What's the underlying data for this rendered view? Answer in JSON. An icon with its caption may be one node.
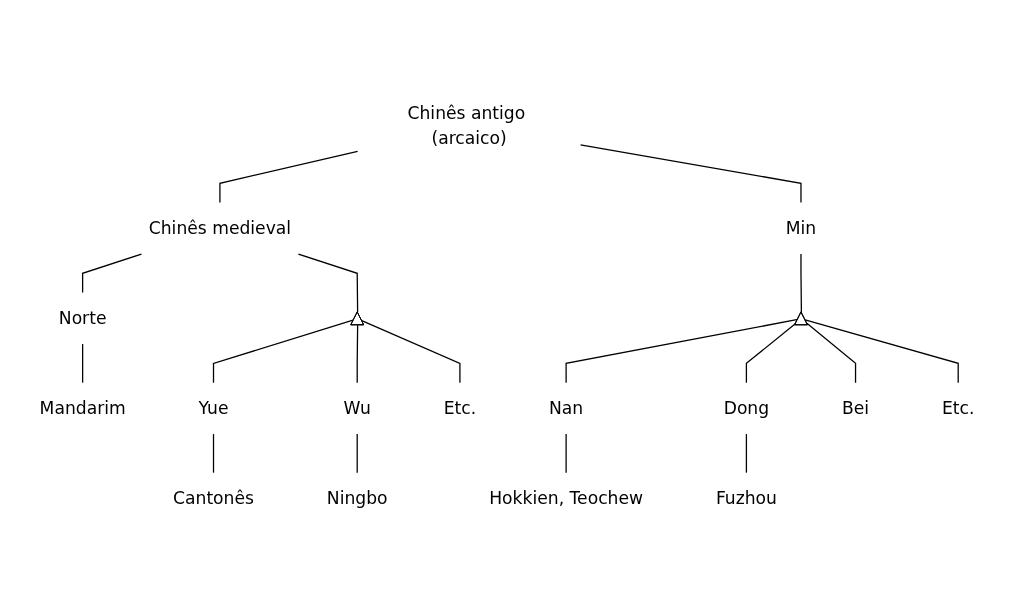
{
  "diagram": {
    "nodes": [
      {
        "text": [
          "Chinês antigo (arcaico)"
        ]
      },
      {
        "text": [
          "Chinês medieval"
        ]
      },
      {
        "text": [
          "Min"
        ]
      },
      {
        "text": [],
        "shape": "triangle"
      },
      {
        "text": [],
        "shape": "triangle"
      },
      {
        "text": [
          "Norte"
        ]
      },
      {
        "text": [
          "Yue"
        ]
      },
      {
        "text": [
          "Wu"
        ]
      },
      {
        "text": [
          "Etc."
        ]
      },
      {
        "text": [
          "Nan"
        ]
      },
      {
        "text": [
          "Dong"
        ]
      },
      {
        "text": [
          "Bei"
        ]
      },
      {
        "text": [
          "Etc."
        ]
      },
      {
        "text": [
          "Mandarim"
        ]
      },
      {
        "text": [
          "Cantonês"
        ]
      },
      {
        "text": [
          "Ningbo"
        ]
      },
      {
        "text": [
          "Hokkien, Teochew"
        ]
      },
      {
        "text": [
          "Fuzhou"
        ]
      }
    ],
    "edges": [
      {
        "from": 0,
        "to": 1,
        "arrow": "none"
      },
      {
        "from": 0,
        "to": 2,
        "arrow": "none"
      },
      {
        "from": 1,
        "to": 5,
        "arrow": "none"
      },
      {
        "from": 1,
        "to": 3,
        "arrow": "none"
      },
      {
        "from": 2,
        "to": 4,
        "arrow": "none"
      },
      {
        "from": 3,
        "to": 6,
        "arrow": "none"
      },
      {
        "from": 3,
        "to": 7,
        "arrow": "none"
      },
      {
        "from": 3,
        "to": 8,
        "arrow": "none"
      },
      {
        "from": 4,
        "to": 9,
        "arrow": "none"
      },
      {
        "from": 4,
        "to": 10,
        "arrow": "none"
      },
      {
        "from": 4,
        "to": 11,
        "arrow": "none"
      },
      {
        "from": 4,
        "to": 12,
        "arrow": "none"
      },
      {
        "from": 5,
        "to": 13,
        "arrow": "none"
      },
      {
        "from": 6,
        "to": 14,
        "arrow": "none"
      },
      {
        "from": 7,
        "to": 15,
        "arrow": "none"
      },
      {
        "from": 9,
        "to": 16,
        "arrow": "none"
      },
      {
        "from": 10,
        "to": 17,
        "arrow": "none"
      }
    ]
  }
}
